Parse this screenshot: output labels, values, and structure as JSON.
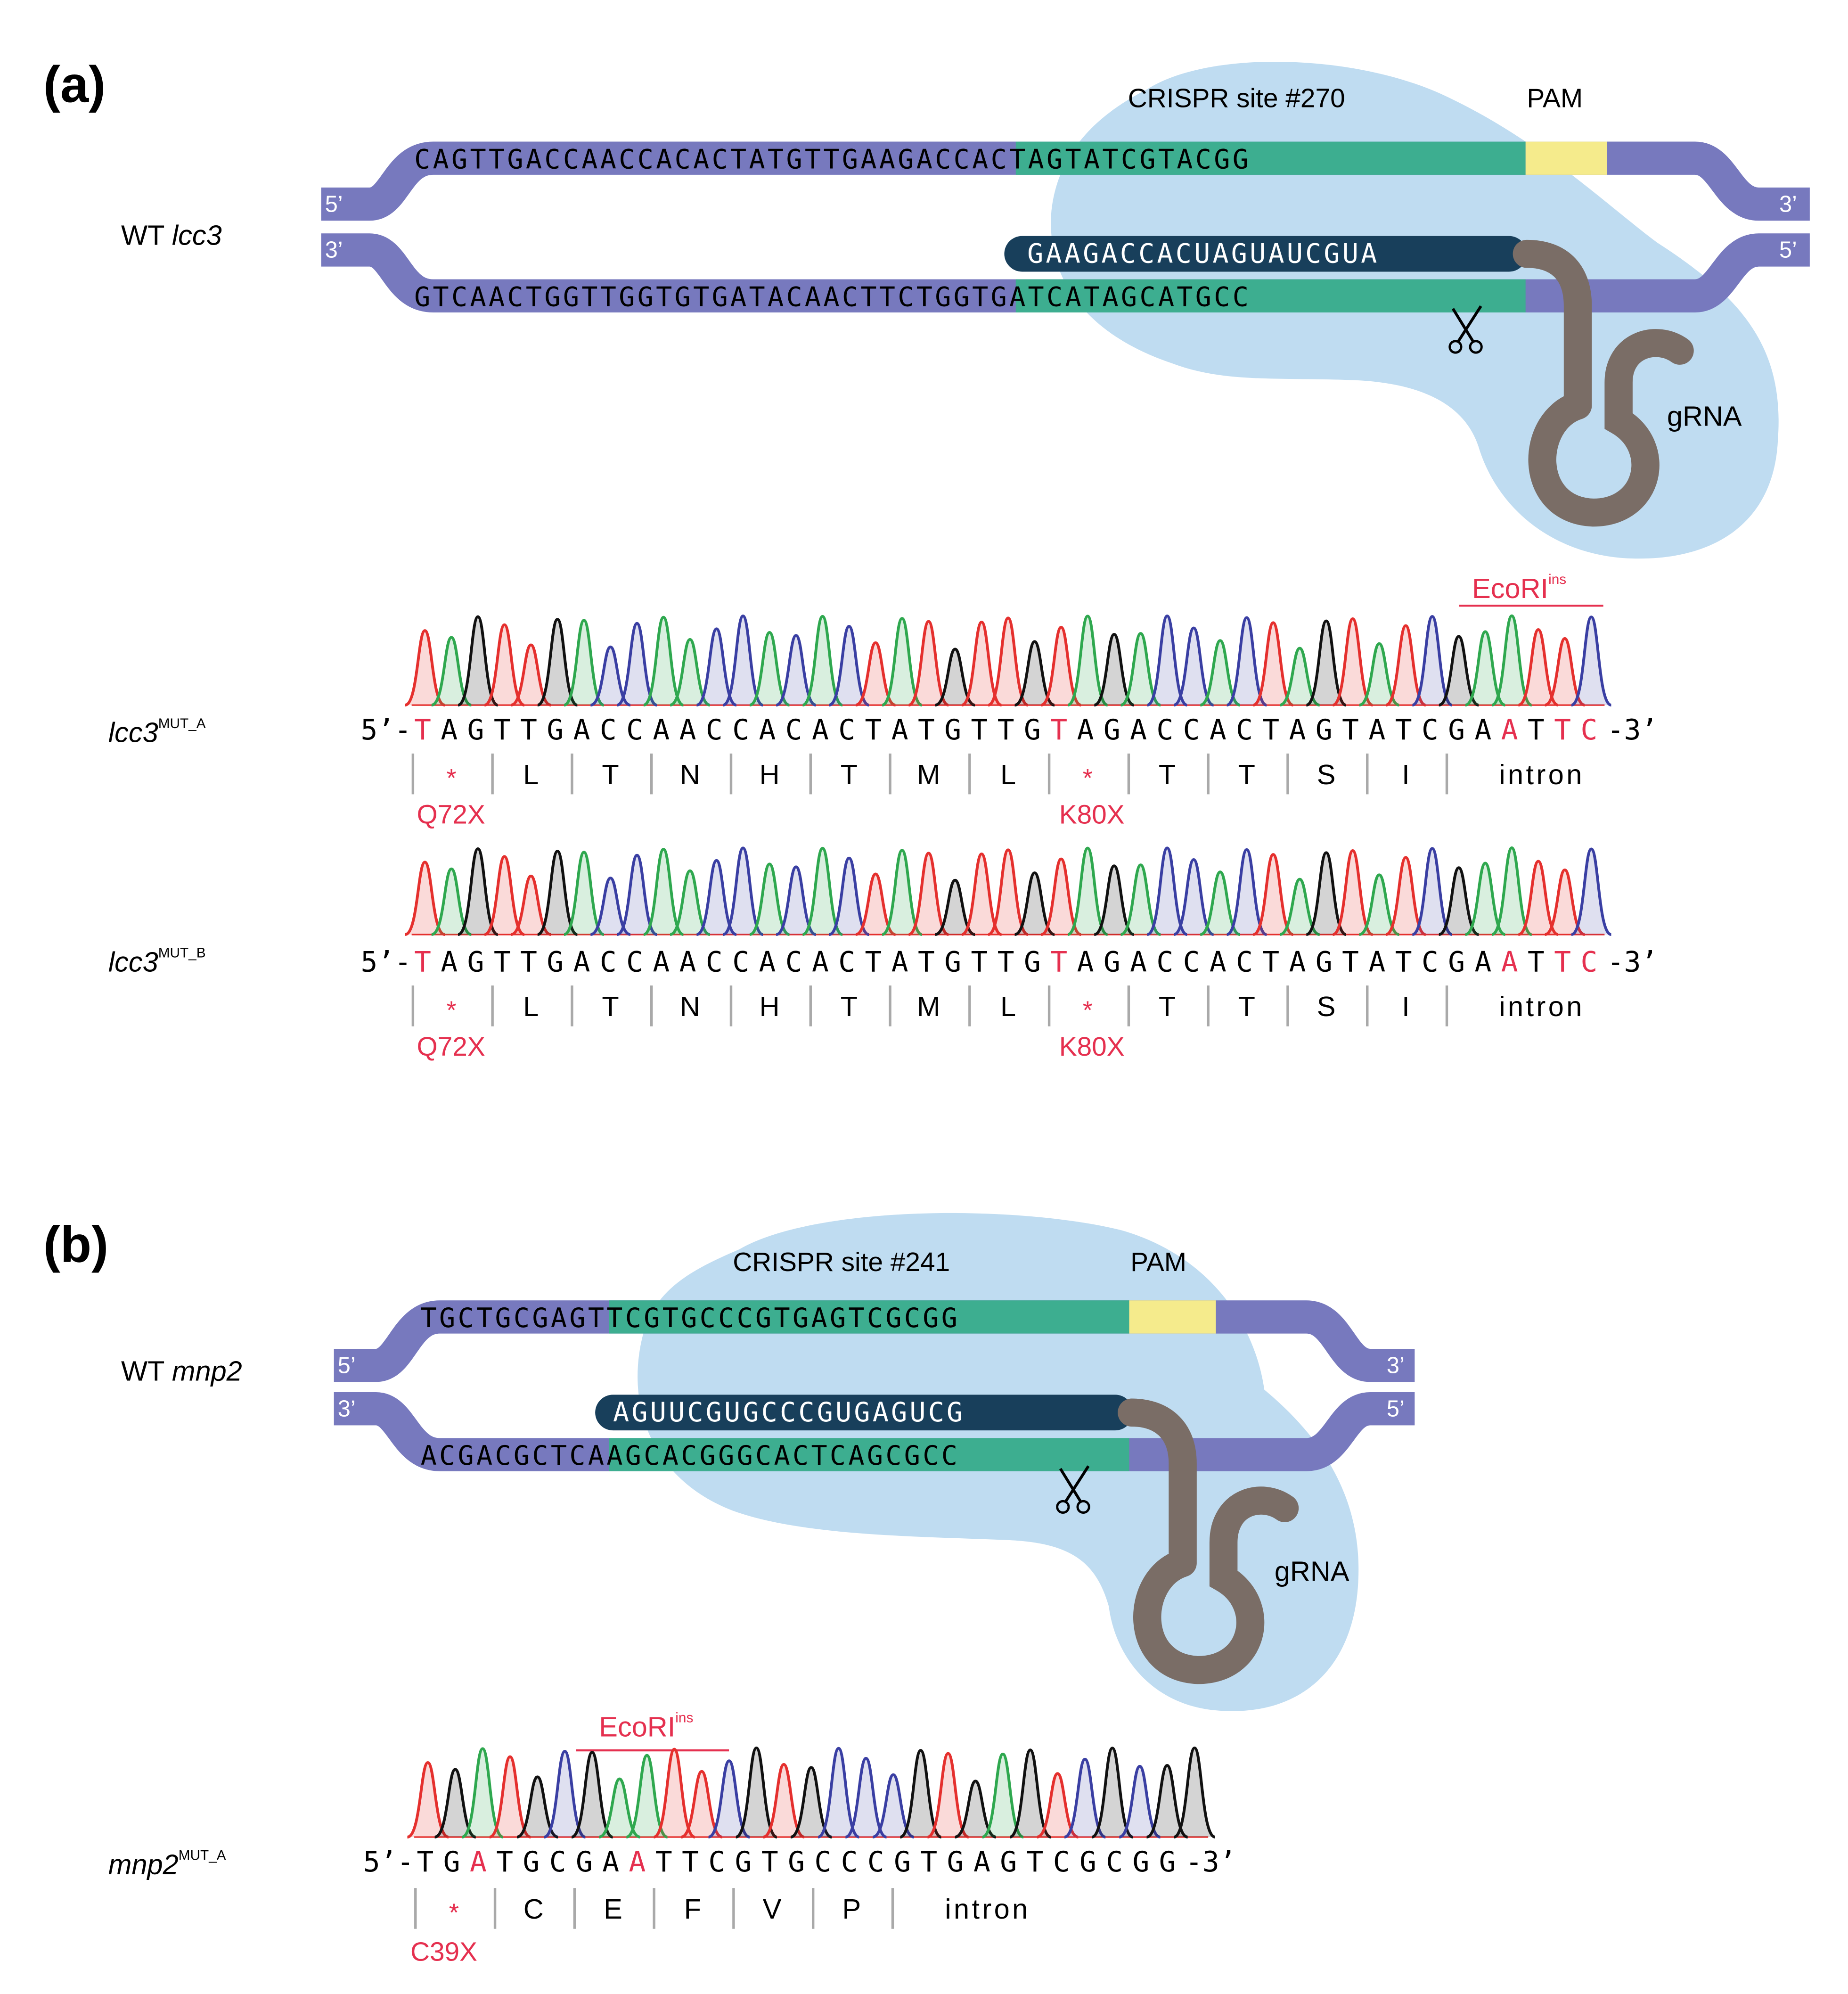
{
  "colors": {
    "strand": "#7779BE",
    "target": "#3DAE90",
    "pam": "#F5EB8C",
    "grna_spacer": "#183F5B",
    "grna_scaffold": "#7A6D66",
    "cas9": "#BFDCF1",
    "red": "#E5304F",
    "gray_sep": "#A9A9A9",
    "trace_A": "#2FA84F",
    "trace_C": "#3A3FA3",
    "trace_G": "#111111",
    "trace_T": "#E5302E"
  },
  "panels": [
    {
      "letter": "a",
      "wt_label": "WT ",
      "wt_gene": "lcc3",
      "site_label": "CRISPR site #270",
      "pam_label": "PAM",
      "top_plain": "CAGTTGACCAACCACACTATGTT",
      "top_target": "GAAGACCACTAGTATCGTA",
      "top_pam": "CGG",
      "bottom_plain": "GTCAACTGGTTGGTGTGATACAA",
      "bottom_target": "CTTCTGGTGATCATAGCAT",
      "bottom_pam": "GCC",
      "spacer": "GAAGACCACUAGUAUCGUA",
      "grna_label": "gRNA",
      "end_5": "5’",
      "end_3": "3’",
      "mutants": [
        {
          "gene": "lcc3",
          "sup": "MUT_A",
          "prefix": "5’-",
          "suffix": "-3’",
          "sequence": "TAGTTGACCAACCACACTATGTTGTAGACCACTAGTATCGAATTC",
          "red_positions": [
            0,
            24,
            41,
            43,
            44
          ],
          "aa": [
            "*",
            "L",
            "T",
            "N",
            "H",
            "T",
            "M",
            "L",
            "*",
            "T",
            "T",
            "S",
            "I"
          ],
          "aa_tail": "intron",
          "labels": [
            "Q72X",
            "K80X"
          ],
          "ecori_label": "EcoRI",
          "ecori_sup": "ins"
        },
        {
          "gene": "lcc3",
          "sup": "MUT_B",
          "prefix": "5’-",
          "suffix": "-3’",
          "sequence": "TAGTTGACCAACCACACTATGTTGTAGACCACTAGTATCGAATTC",
          "red_positions": [
            0,
            24,
            41,
            43,
            44
          ],
          "aa": [
            "*",
            "L",
            "T",
            "N",
            "H",
            "T",
            "M",
            "L",
            "*",
            "T",
            "T",
            "S",
            "I"
          ],
          "aa_tail": "intron",
          "labels": [
            "Q72X",
            "K80X"
          ]
        }
      ]
    },
    {
      "letter": "b",
      "wt_label": "WT ",
      "wt_gene": "mnp2",
      "site_label": "CRISPR site #241",
      "pam_label": "PAM",
      "top_plain": "TGCTGCG",
      "top_target": "AGTTCGTGCCCGTGAGTCG",
      "top_pam": "CGG",
      "bottom_plain": "ACGACGC",
      "bottom_target": "TCAAGCACGGGCACTCAGC",
      "bottom_pam": "GCC",
      "spacer": "AGUUCGUGCCCGUGAGUCG",
      "grna_label": "gRNA",
      "end_5": "5’",
      "end_3": "3’",
      "mutants": [
        {
          "gene": "mnp2",
          "sup": "MUT_A",
          "prefix": "5’-",
          "suffix": "-3’",
          "sequence": "TGATGCGAATTCGTGCCCGTGAGTCGCGG",
          "red_positions": [
            2,
            8
          ],
          "aa": [
            "*",
            "C",
            "E",
            "F",
            "V",
            "P"
          ],
          "aa_tail": "intron",
          "labels": [
            "C39X"
          ],
          "ecori_label": "EcoRI",
          "ecori_sup": "ins"
        }
      ]
    }
  ]
}
